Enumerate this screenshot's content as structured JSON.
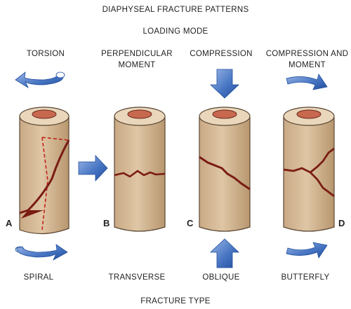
{
  "title": "DIAPHYSEAL FRACTURE PATTERNS",
  "loading_mode_label": "LOADING MODE",
  "fracture_type_label": "FRACTURE TYPE",
  "panels": [
    {
      "letter": "A",
      "loading": "TORSION",
      "fracture": "SPIRAL"
    },
    {
      "letter": "B",
      "loading_line1": "PERPENDICULAR",
      "loading_line2": "MOMENT",
      "fracture": "TRANSVERSE"
    },
    {
      "letter": "C",
      "loading": "COMPRESSION",
      "fracture": "OBLIQUE"
    },
    {
      "letter": "D",
      "loading_line1": "COMPRESSION AND",
      "loading_line2": "MOMENT",
      "fracture": "BUTTERFLY"
    }
  ],
  "colors": {
    "bone": "#d8bc99",
    "bone_shadow": "#b89a76",
    "marrow": "#c7684f",
    "fracture": "#7a1c14",
    "arrow": "#3f6fbf"
  }
}
